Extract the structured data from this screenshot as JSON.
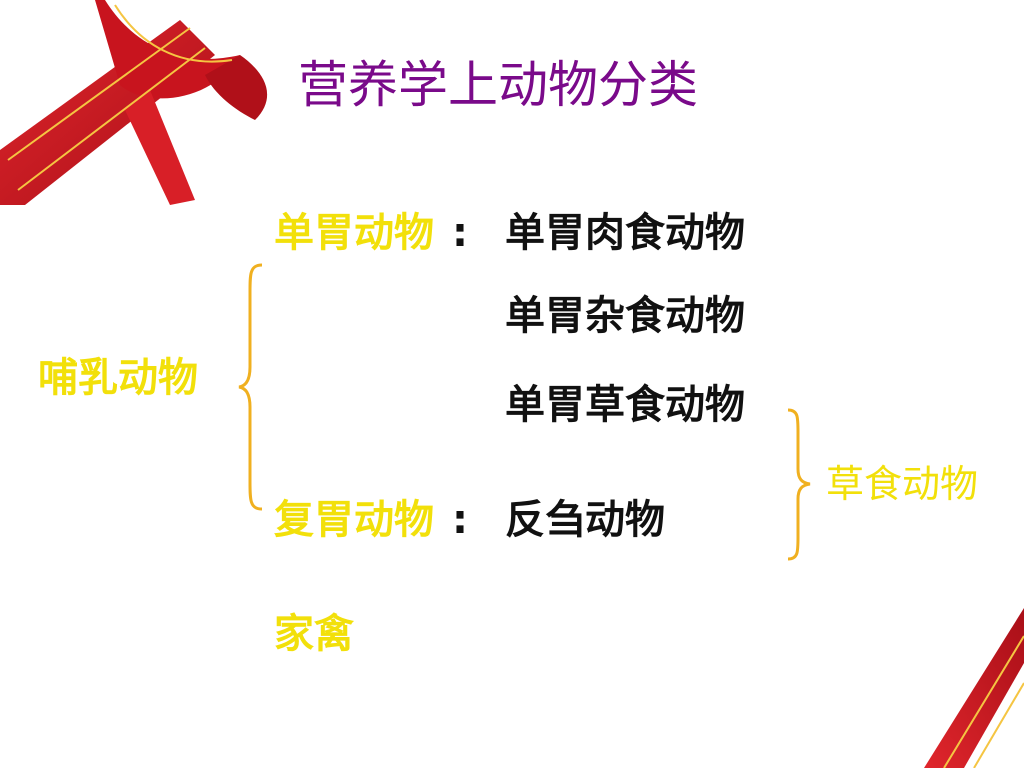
{
  "title": "营养学上动物分类",
  "mammal_label": "哺乳动物",
  "monogastric": {
    "label": "单胃动物",
    "colon": ":",
    "items": [
      "单胃肉食动物",
      "单胃杂食动物",
      "单胃草食动物"
    ]
  },
  "compound": {
    "label": "复胃动物",
    "colon": ":",
    "item": "反刍动物"
  },
  "herbivore_label": "草食动物",
  "poultry_label": "家禽",
  "colors": {
    "title": "#7a0a8a",
    "accent": "#f2e00a",
    "brace": "#f0b020",
    "ribbon": "#c8141e"
  }
}
